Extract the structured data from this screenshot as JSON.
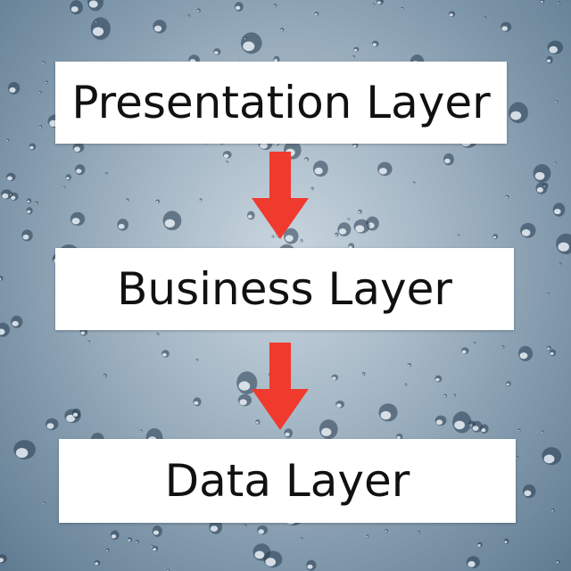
{
  "layers": [
    {
      "label": "Presentation Layer"
    },
    {
      "label": "Business Layer"
    },
    {
      "label": "Data Layer"
    }
  ],
  "colors": {
    "arrow": "#f03a2e",
    "box": "#ffffff",
    "text": "#111111",
    "background": "#8fa6b8"
  }
}
